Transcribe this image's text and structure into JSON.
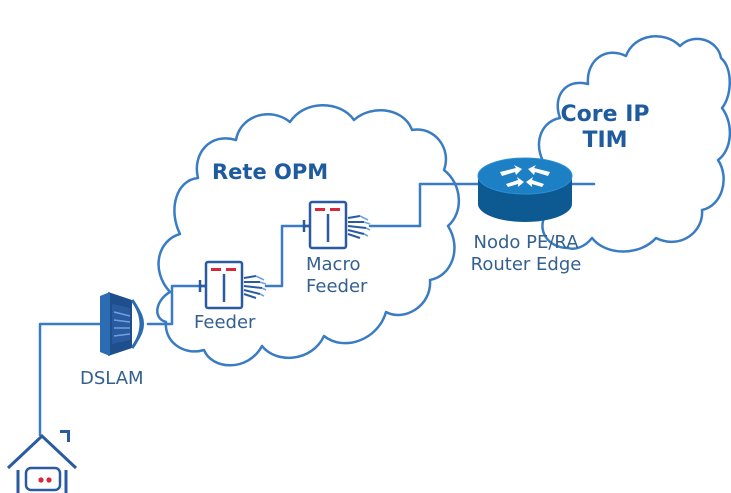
{
  "colors": {
    "line": "#3a7cc3",
    "cloud_outline": "#3a7cc3",
    "label": "#34608f",
    "title": "#1f5c9e",
    "router": "#1d7fc4",
    "router_dark": "#0d5a93",
    "device_fill": "#2a5aa0",
    "led": "#d8263a"
  },
  "clouds": {
    "core": {
      "line1": "Core IP",
      "line2": "TIM"
    },
    "opm": {
      "label": "Rete OPM"
    }
  },
  "nodes": {
    "router": {
      "line1": "Nodo PE/RA",
      "line2": "Router Edge",
      "icon": "router-icon"
    },
    "macro_feeder": {
      "line1": "Macro",
      "line2": "Feeder",
      "icon": "switch-icon"
    },
    "feeder": {
      "label": "Feeder",
      "icon": "switch-icon"
    },
    "dslam": {
      "label": "DSLAM",
      "icon": "dslam-icon"
    },
    "home": {
      "icon": "home-modem-icon"
    }
  }
}
